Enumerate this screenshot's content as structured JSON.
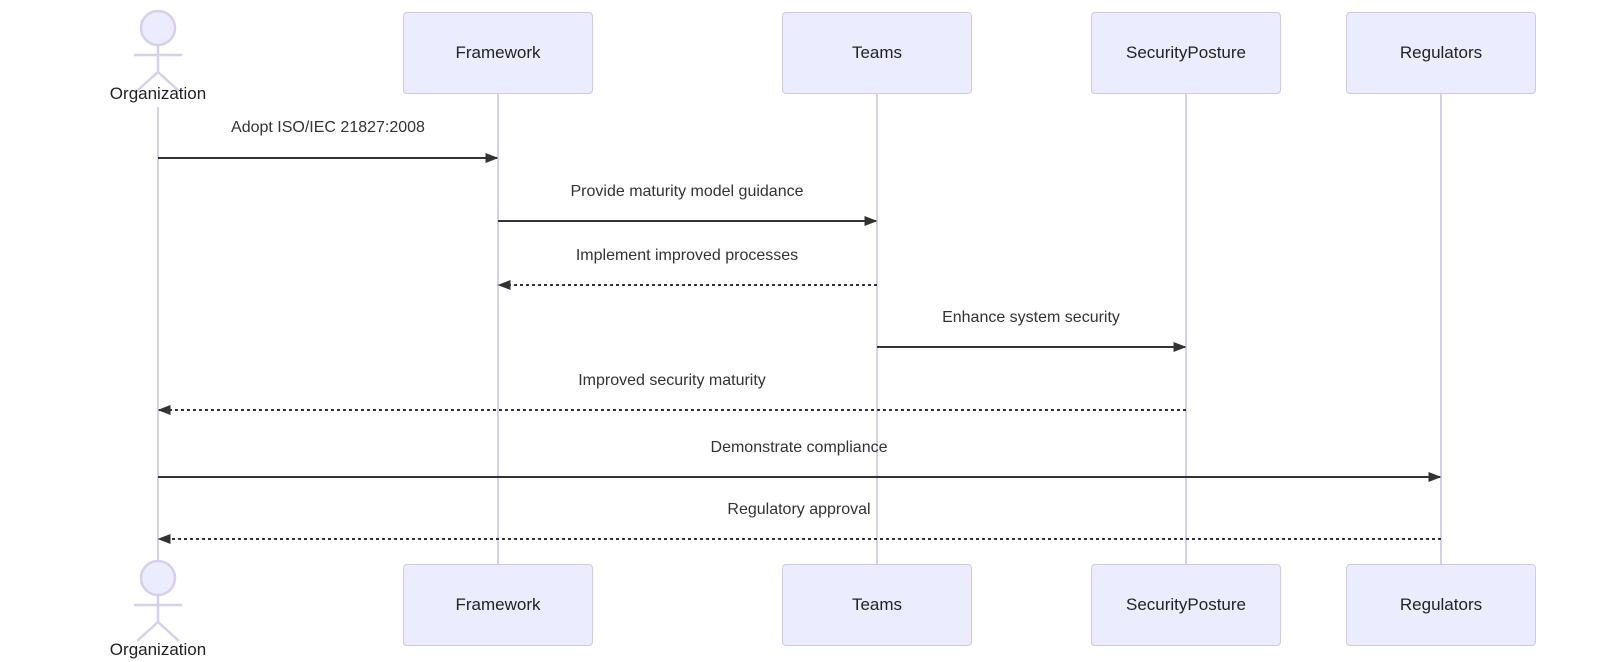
{
  "diagram": {
    "type": "uml-sequence-diagram",
    "participants": [
      {
        "id": "organization",
        "label": "Organization",
        "kind": "actor"
      },
      {
        "id": "framework",
        "label": "Framework",
        "kind": "participant"
      },
      {
        "id": "teams",
        "label": "Teams",
        "kind": "participant"
      },
      {
        "id": "securityposture",
        "label": "SecurityPosture",
        "kind": "participant"
      },
      {
        "id": "regulators",
        "label": "Regulators",
        "kind": "participant"
      }
    ],
    "messages": [
      {
        "from": "Organization",
        "to": "Framework",
        "label": "Adopt ISO/IEC 21827:2008",
        "line": "solid"
      },
      {
        "from": "Framework",
        "to": "Teams",
        "label": "Provide maturity model guidance",
        "line": "solid"
      },
      {
        "from": "Teams",
        "to": "Framework",
        "label": "Implement improved processes",
        "line": "dashed"
      },
      {
        "from": "Teams",
        "to": "SecurityPosture",
        "label": "Enhance system security",
        "line": "solid"
      },
      {
        "from": "SecurityPosture",
        "to": "Organization",
        "label": "Improved security maturity",
        "line": "dashed"
      },
      {
        "from": "Organization",
        "to": "Regulators",
        "label": "Demonstrate compliance",
        "line": "solid"
      },
      {
        "from": "Regulators",
        "to": "Organization",
        "label": "Regulatory approval",
        "line": "dashed"
      }
    ],
    "colors": {
      "participant_fill": "#ECECFF",
      "participant_border": "#CFC7EC",
      "lifeline": "#D6CFF0",
      "message_line": "#333333",
      "message_text": "#333333",
      "background": "#FFFFFF"
    }
  }
}
